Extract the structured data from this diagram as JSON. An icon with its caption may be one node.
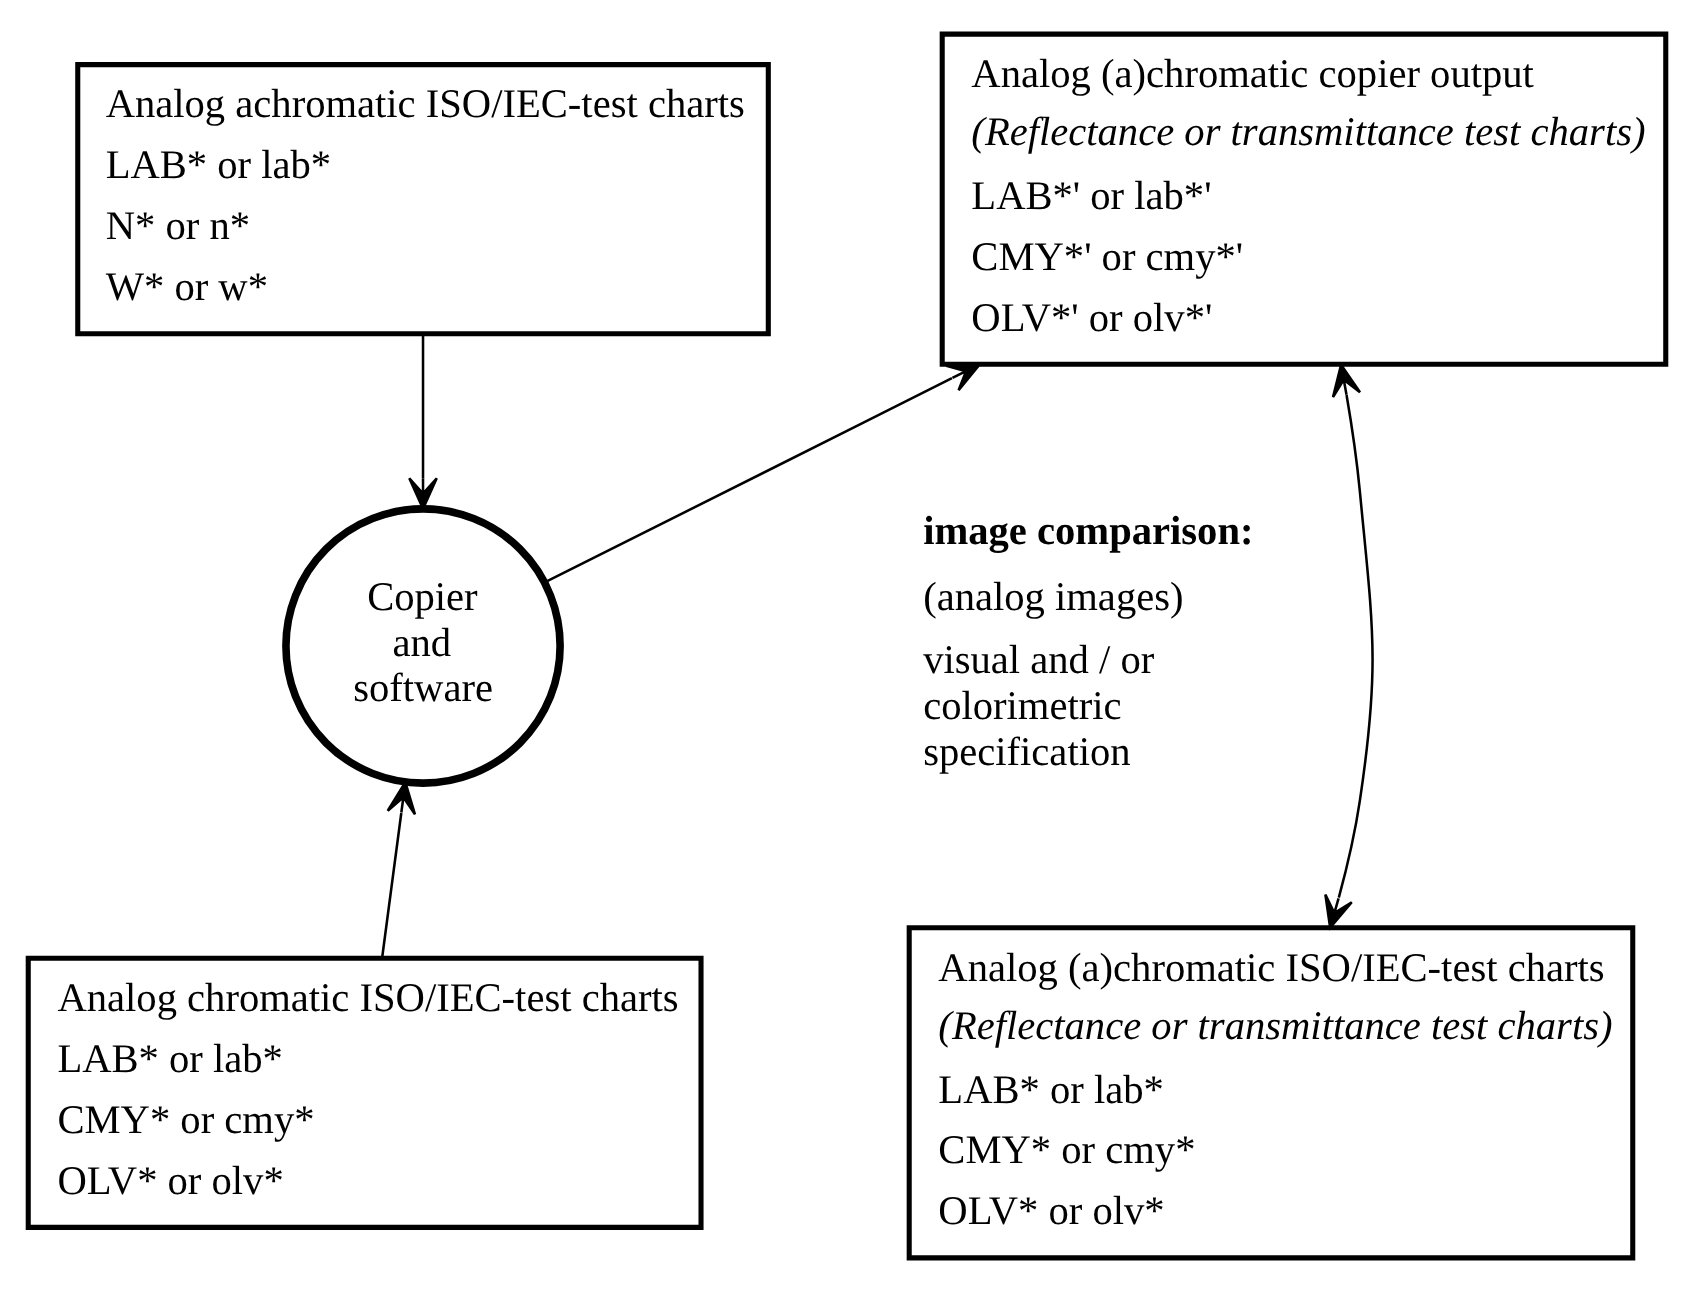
{
  "diagram": {
    "nodes": [
      {
        "text": [
          "Analog achromatic ISO/IEC-test charts",
          "LAB* or lab*",
          "N* or n*",
          "W* or w*"
        ]
      },
      {
        "text": [
          "Analog (a)chromatic copier output",
          "(Reflectance or transmittance test charts)",
          "LAB*' or lab*'",
          "CMY*' or cmy*'",
          "OLV*' or olv*'"
        ]
      },
      {
        "text": [
          "Copier and software"
        ]
      },
      {
        "text": [
          "Analog chromatic ISO/IEC-test charts",
          "LAB* or lab*",
          "CMY* or cmy*",
          "OLV* or olv*"
        ]
      },
      {
        "text": [
          "Analog (a)chromatic ISO/IEC-test charts",
          "(Reflectance or transmittance test charts)",
          "LAB* or lab*",
          "CMY* or cmy*",
          "OLV* or olv*"
        ]
      }
    ],
    "edges": [
      {
        "from": 0,
        "to": 2,
        "arrow": "to"
      },
      {
        "from": 3,
        "to": 2,
        "arrow": "to"
      },
      {
        "from": 2,
        "to": 1,
        "arrow": "to"
      },
      {
        "from": 1,
        "to": 4,
        "arrow": "both"
      }
    ],
    "labels": [
      "image comparison:",
      "(analog images)",
      "visual and / or colorimetric specification"
    ]
  }
}
